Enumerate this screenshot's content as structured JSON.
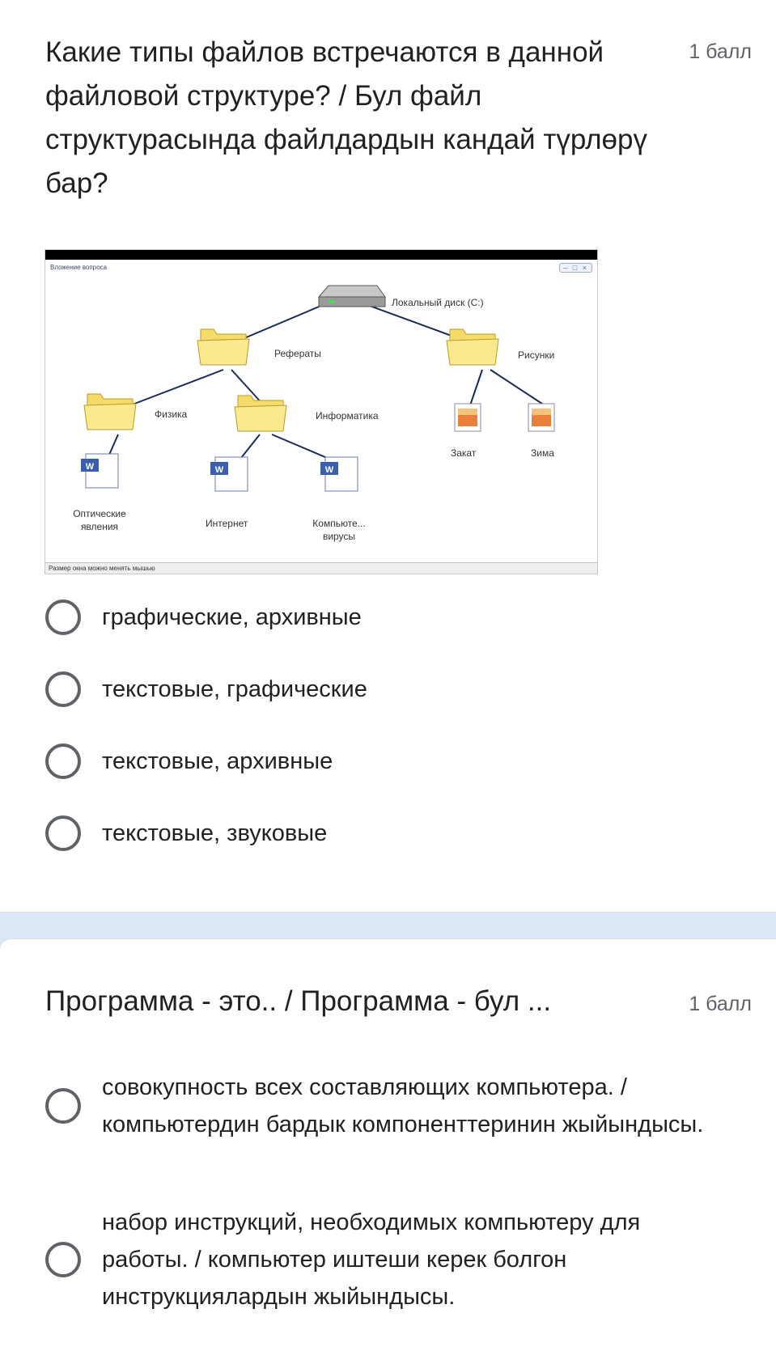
{
  "question1": {
    "title": "Какие типы файлов встречаются в данной файловой структуре? / Бул файл структурасында файлдардын кандай түрлөрү бар?",
    "points": "1 балл",
    "figure": {
      "window_caption": "Вложение вопроса",
      "status_text": "Размер окна можно менять мышью",
      "nodes": {
        "disk": "Локальный диск (C:)",
        "referaty": "Рефераты",
        "risunki": "Рисунки",
        "fizika": "Физика",
        "informatika": "Информатика",
        "zakat": "Закат",
        "zima": "Зима",
        "opticheskie": "Оптические явления",
        "internet": "Интернет",
        "virusy": "Компьюте... вирусы"
      }
    },
    "options": [
      "графические, архивные",
      "текстовые, графические",
      "текстовые, архивные",
      "текстовые, звуковые"
    ]
  },
  "question2": {
    "title": "Программа - это.. / Программа  - бул ...",
    "points": "1 балл",
    "options": [
      "совокупность всех составляющих компьютера. / компьютердин бардык компоненттеринин жыйындысы.",
      "набор инструкций, необходимых компьютеру для работы. / компьютер иштеши керек болгон инструкциялардын жыйындысы."
    ]
  },
  "colors": {
    "page_background": "#dbe7f3",
    "card": "#ffffff",
    "radio_border": "#5f6368",
    "folder_yellow": "#f5dc6a"
  }
}
